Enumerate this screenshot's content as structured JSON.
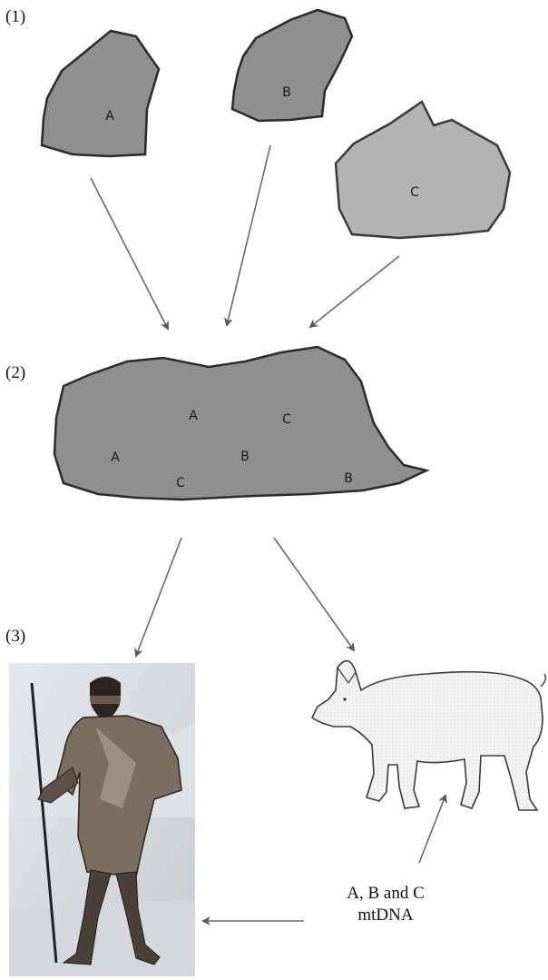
{
  "stages": [
    {
      "num": "(1)"
    },
    {
      "num": "(2)"
    },
    {
      "num": "(3)"
    }
  ],
  "stage1": {
    "region_a": "A",
    "region_b": "B",
    "region_c": "C"
  },
  "stage2": {
    "labels": [
      "A",
      "C",
      "A",
      "B",
      "C",
      "B"
    ]
  },
  "caption": {
    "line1": "A, B and C",
    "line2": "mtDNA"
  }
}
